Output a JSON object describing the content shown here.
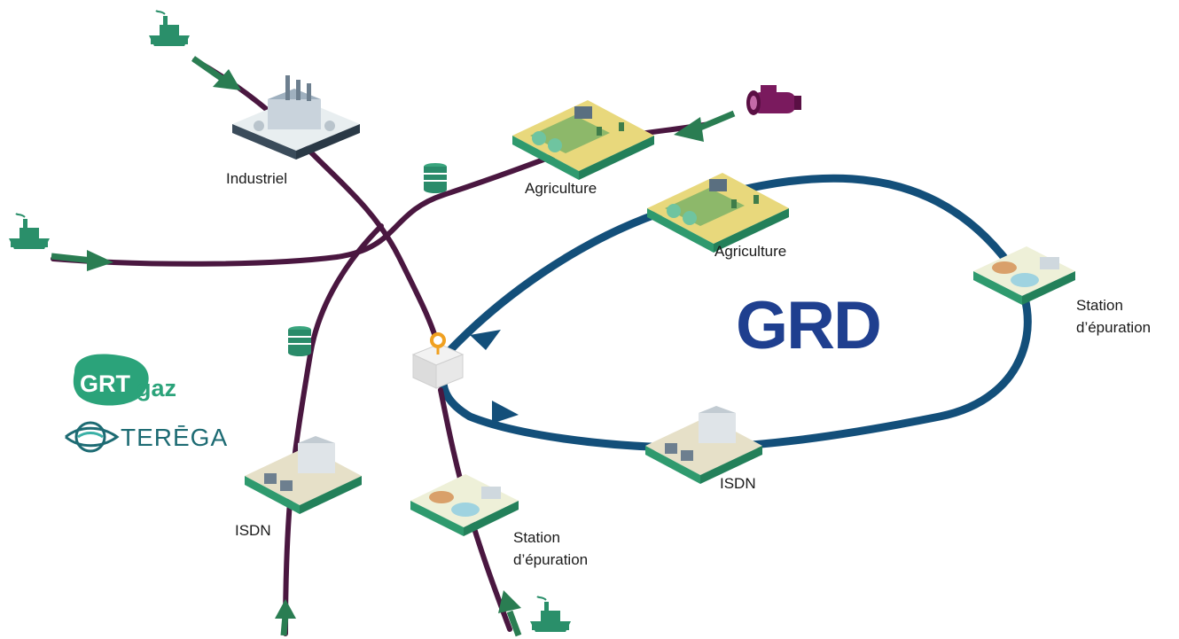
{
  "labels": {
    "industriel": "Industriel",
    "agriculture_1": "Agriculture",
    "agriculture_2": "Agriculture",
    "station_right_1": "Station",
    "station_right_2": "d’épuration",
    "station_bottom_1": "Station",
    "station_bottom_2": "d’épuration",
    "isdn_left": "ISDN",
    "isdn_right": "ISDN"
  },
  "logos": {
    "grd": "GRD",
    "grtgaz_grt": "GRT",
    "grtgaz_gaz": "gaz",
    "terega": "TERĒGA"
  },
  "colors": {
    "transport_network": "#4a1740",
    "distribution_network": "#134f7a",
    "arrow_green": "#2a7d52",
    "grd_dark": "#1f3f8f",
    "grd_teal": "#1aa6a0",
    "grtgaz": "#2ba37a",
    "terega": "#1d6b73",
    "biomethane_tank": "#2a8b6a",
    "meter_orange": "#f0a020",
    "ship": "#2a8f6a",
    "magenta_pipe": "#7a1a5e"
  },
  "icons": [
    "ship-icon",
    "factory-icon",
    "farm-icon",
    "storage-tank-icon",
    "pipe-import-icon",
    "water-treatment-icon",
    "landfill-icon",
    "meter-station-icon"
  ]
}
